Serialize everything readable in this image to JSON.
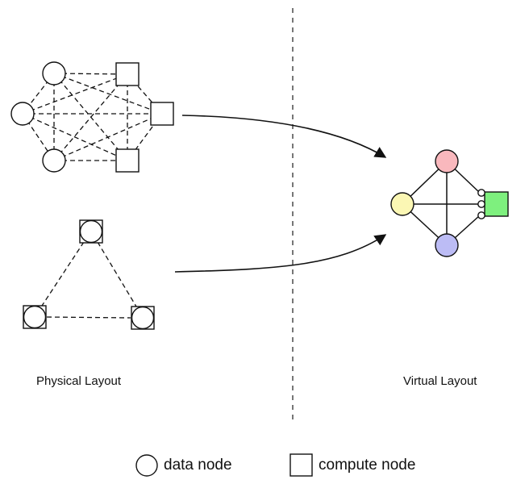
{
  "labels": {
    "physical": "Physical Layout",
    "virtual": "Virtual Layout"
  },
  "legend": {
    "data_node": "data node",
    "compute_node": "compute node"
  },
  "physical_layout": {
    "cluster_1": {
      "data_nodes": [
        "d1",
        "d2",
        "d3"
      ],
      "compute_nodes": [
        "c1",
        "c2",
        "c3"
      ],
      "connectivity": "fully-connected",
      "edge_style": "dashed"
    },
    "cluster_2": {
      "combined_nodes": [
        "n1",
        "n2",
        "n3"
      ],
      "node_type": "data+compute",
      "connectivity": "triangle",
      "edge_style": "dashed"
    }
  },
  "virtual_layout": {
    "data_nodes": [
      {
        "id": "v-top",
        "color": "#f9b8bd"
      },
      {
        "id": "v-left",
        "color": "#fbf7b4"
      },
      {
        "id": "v-bottom",
        "color": "#bcbcf5"
      }
    ],
    "compute_node": {
      "id": "v-compute",
      "color": "#7ef07e",
      "ports": 3
    },
    "edge_style": "solid"
  },
  "colors": {
    "stroke": "#111111",
    "divider": "#555555"
  }
}
